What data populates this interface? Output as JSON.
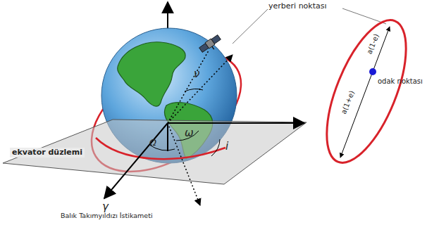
{
  "diagram": {
    "labels": [
      "yerberi noktası",
      "ν",
      "ω",
      "Ω",
      "i",
      "ekvator düzlemi",
      "γ",
      "Balık Takımyıldızı İstikameti",
      "a(1-e)",
      "odak noktası",
      "a(1+e)"
    ]
  }
}
